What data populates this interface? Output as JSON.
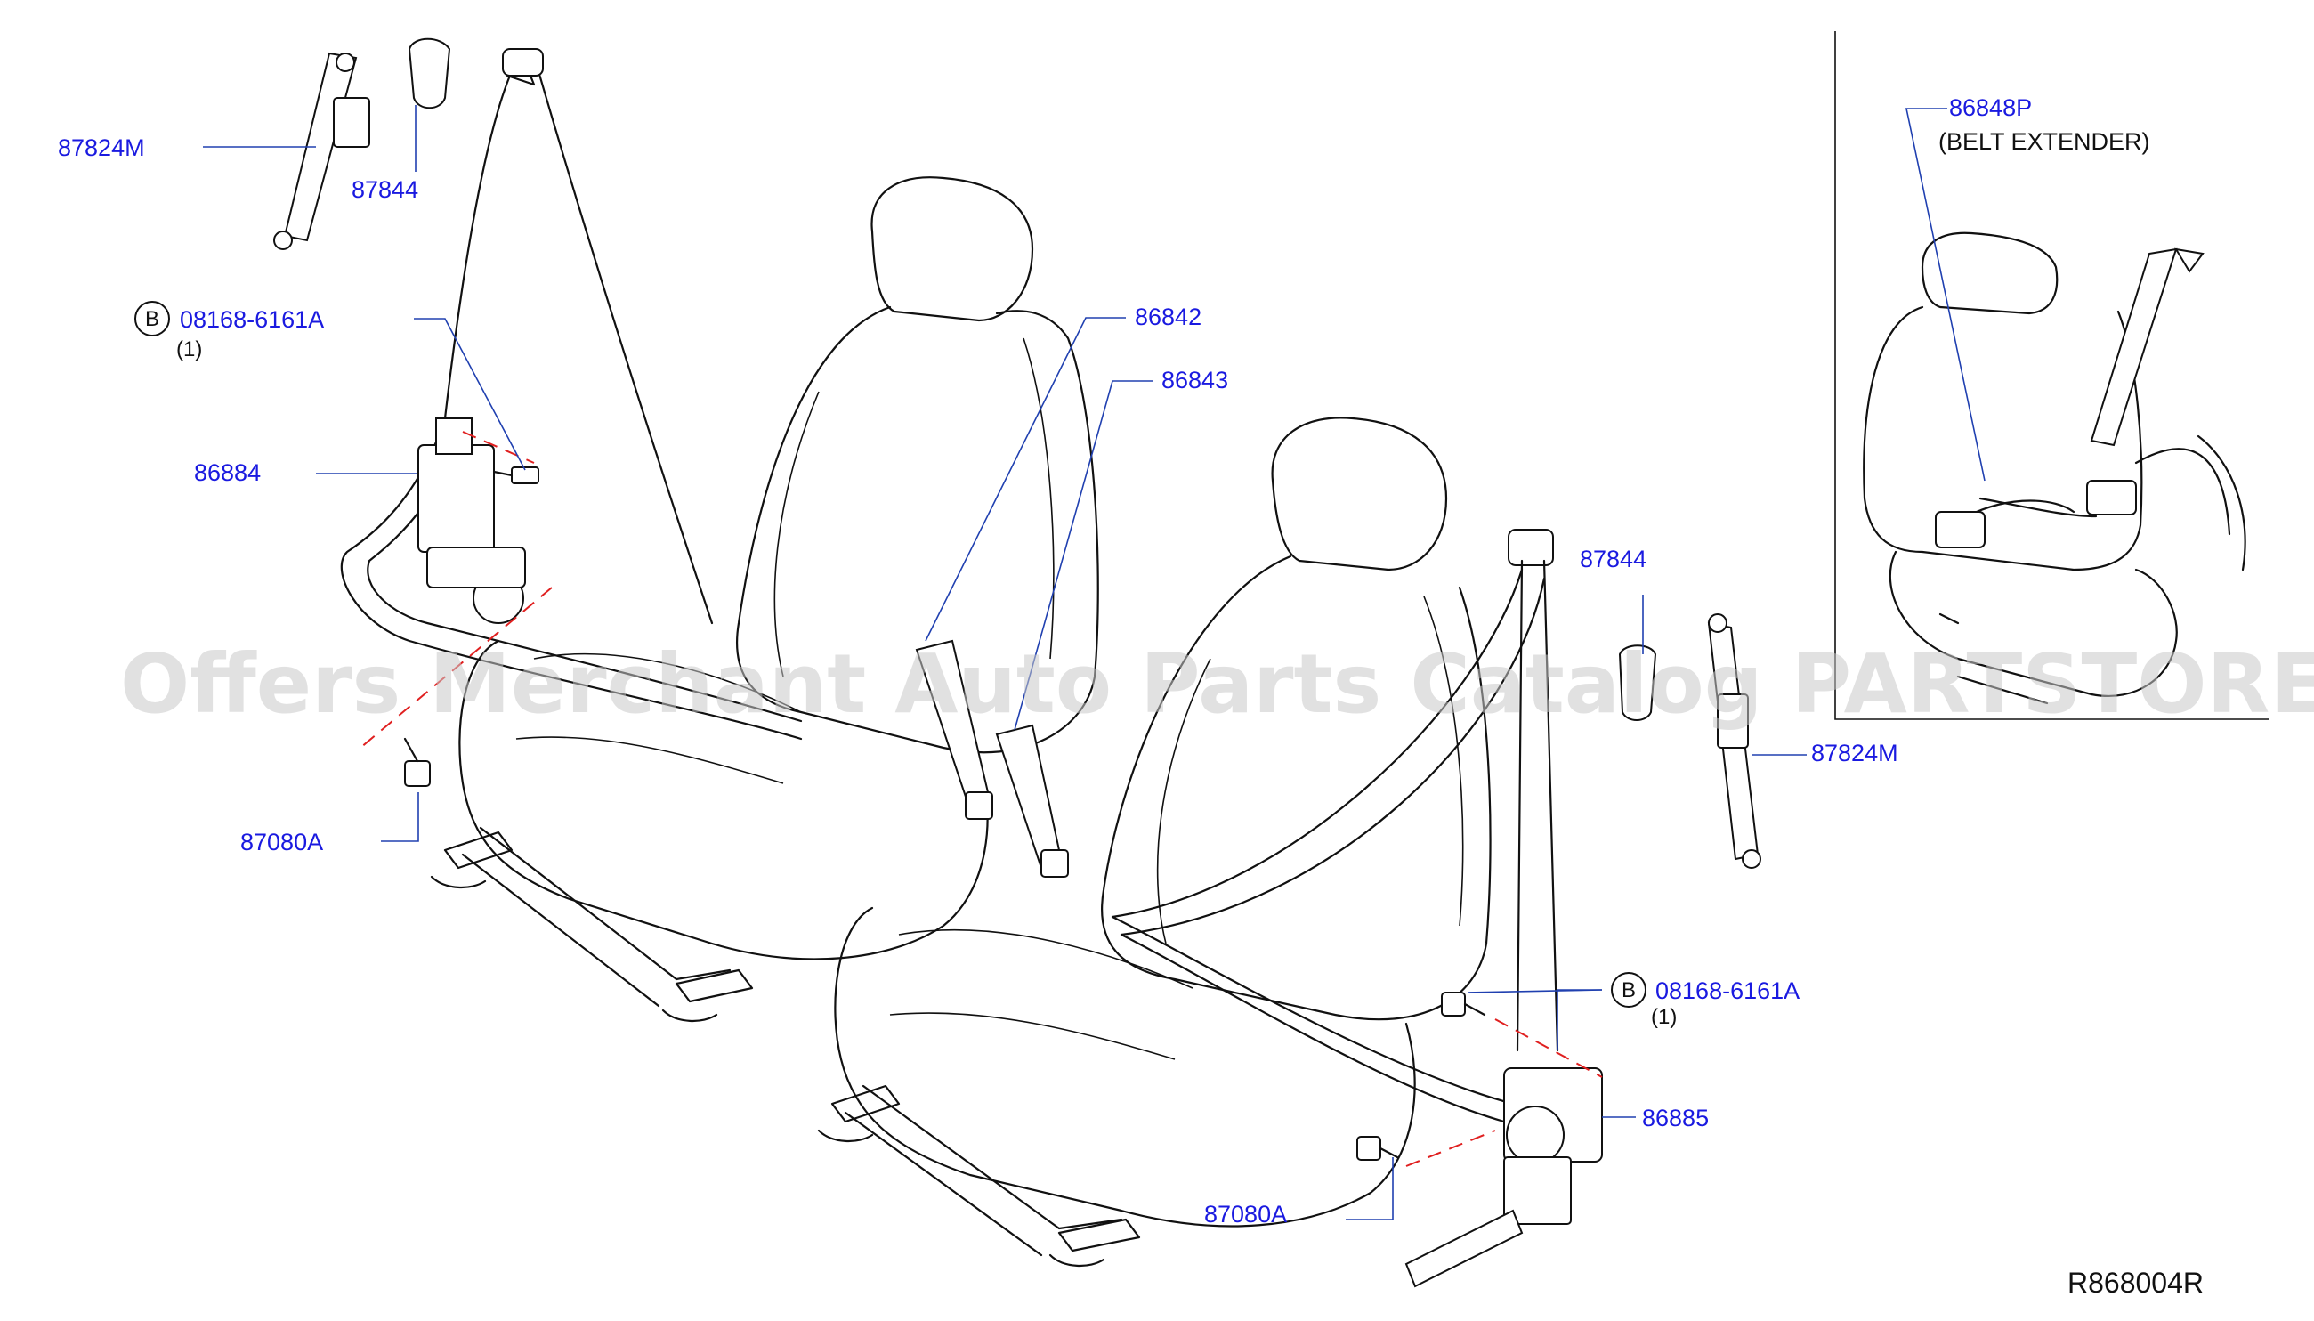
{
  "parts": {
    "p87824M_left": "87824M",
    "p87844_left": "87844",
    "p08168_left": "08168-6161A",
    "p08168_left_qty": "(1)",
    "p86884": "86884",
    "p87080A_left": "87080A",
    "p86842": "86842",
    "p86843": "86843",
    "p87844_right": "87844",
    "p87824M_right": "87824M",
    "p08168_right": "08168-6161A",
    "p08168_right_qty": "(1)",
    "p86885": "86885",
    "p87080A_right": "87080A",
    "p86848P": "86848P",
    "p86848P_note": "(BELT   EXTENDER)"
  },
  "callouts": {
    "b_left": "B",
    "b_right": "B"
  },
  "diagram_code": "R868004R",
  "watermark": "Offers Merchant Auto Parts Catalog PARTSTORE.SA",
  "colors": {
    "label": "#1a1ae0",
    "leader": "#2040b0",
    "dashed": "#e02020",
    "line": "#111111"
  }
}
